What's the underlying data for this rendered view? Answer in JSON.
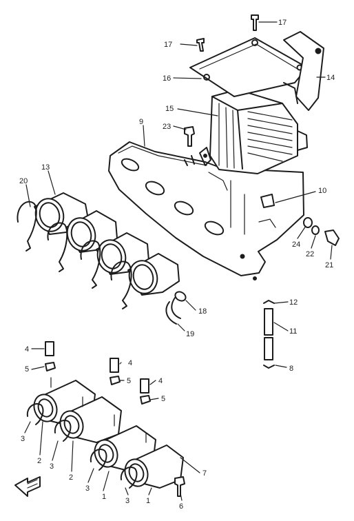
{
  "callouts": [
    {
      "id": "c17a",
      "text": "17"
    },
    {
      "id": "c17b",
      "text": "17"
    },
    {
      "id": "c14",
      "text": "14"
    },
    {
      "id": "c16",
      "text": "16"
    },
    {
      "id": "c15",
      "text": "15"
    },
    {
      "id": "c9",
      "text": "9"
    },
    {
      "id": "c23",
      "text": "23"
    },
    {
      "id": "c20",
      "text": "20"
    },
    {
      "id": "c13",
      "text": "13"
    },
    {
      "id": "c10",
      "text": "10"
    },
    {
      "id": "c24",
      "text": "24"
    },
    {
      "id": "c22",
      "text": "22"
    },
    {
      "id": "c21",
      "text": "21"
    },
    {
      "id": "c18",
      "text": "18"
    },
    {
      "id": "c19",
      "text": "19"
    },
    {
      "id": "c12",
      "text": "12"
    },
    {
      "id": "c11",
      "text": "11"
    },
    {
      "id": "c8",
      "text": "8"
    },
    {
      "id": "c4a",
      "text": "4"
    },
    {
      "id": "c5a",
      "text": "5"
    },
    {
      "id": "c4b",
      "text": "4"
    },
    {
      "id": "c5b",
      "text": "5"
    },
    {
      "id": "c4c",
      "text": "4"
    },
    {
      "id": "c5c",
      "text": "5"
    },
    {
      "id": "c3a",
      "text": "3"
    },
    {
      "id": "c2a",
      "text": "2"
    },
    {
      "id": "c3b",
      "text": "3"
    },
    {
      "id": "c2b",
      "text": "2"
    },
    {
      "id": "c3c",
      "text": "3"
    },
    {
      "id": "c1a",
      "text": "1"
    },
    {
      "id": "c3d",
      "text": "3"
    },
    {
      "id": "c1b",
      "text": "1"
    },
    {
      "id": "c7",
      "text": "7"
    },
    {
      "id": "c6",
      "text": "6"
    }
  ],
  "front_arrow_icon": "front-direction-arrow-icon"
}
